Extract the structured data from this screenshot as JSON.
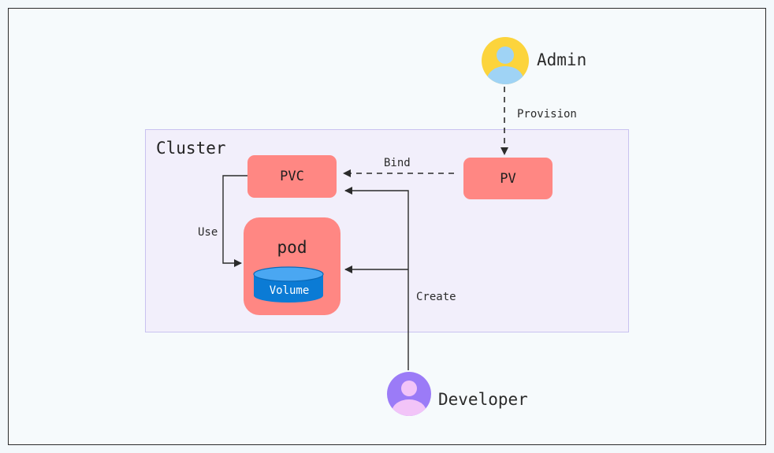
{
  "diagram": {
    "cluster_label": "Cluster",
    "nodes": {
      "pvc": "PVC",
      "pv": "PV",
      "pod": "pod",
      "volume": "Volume"
    },
    "actors": {
      "admin": "Admin",
      "developer": "Developer"
    },
    "edges": {
      "provision": "Provision",
      "bind": "Bind",
      "use": "Use",
      "create": "Create"
    },
    "colors": {
      "node_fill": "#ff8783",
      "cluster_fill": "#f2effb",
      "cluster_border": "#c9c2f0",
      "admin_avatar_bg": "#fcd43c",
      "developer_avatar_bg": "#9b7bf7",
      "volume_fill": "#0b7bd5"
    },
    "icons": [
      "admin-avatar-icon",
      "developer-avatar-icon",
      "volume-cylinder-icon"
    ]
  }
}
